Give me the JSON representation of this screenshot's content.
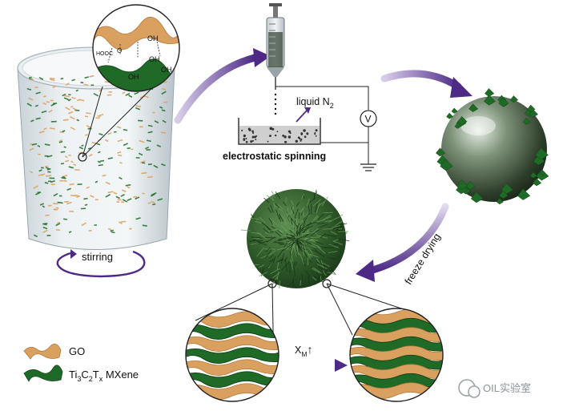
{
  "labels": {
    "stirring": "stirring",
    "liquid_n2_main": "liquid N",
    "liquid_n2_sub": "2",
    "electrostatic_spinning": "electrostatic spinning",
    "freeze_drying": "freeze drying",
    "xm_main": "X",
    "xm_sub": "M",
    "xm_arrow": "↑",
    "voltmeter": "V"
  },
  "molecular_labels": {
    "oh1": "OH",
    "oh2": "OH",
    "oh3": "OH",
    "oh4": "OH",
    "cooh": "HOOC",
    "o": "O"
  },
  "legend": {
    "go": "GO",
    "mxene_parts": [
      "Ti",
      "3",
      "C",
      "2",
      "T",
      "x",
      " MXene"
    ]
  },
  "watermark": "OIL实验室",
  "colors": {
    "go": "#d9a060",
    "mxene": "#1f6a26",
    "arrow": "#4c2a85",
    "sphere_dark": "#2d4f25"
  }
}
